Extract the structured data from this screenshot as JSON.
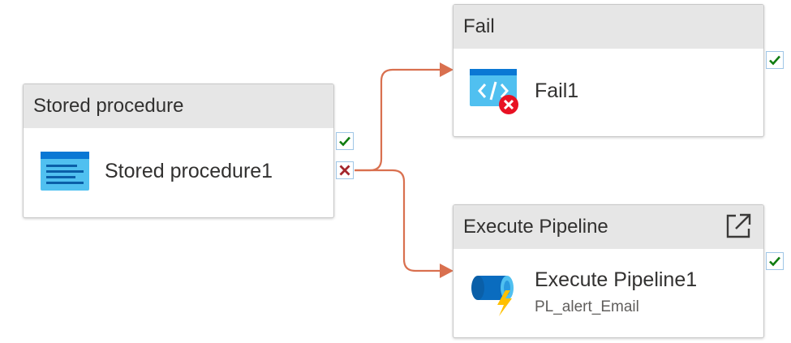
{
  "colors": {
    "connector": "#d9704f",
    "success": "#107c10",
    "failure": "#a4262c",
    "icon_blue": "#0078d4",
    "header_bg": "#e6e6e6"
  },
  "nodes": {
    "stored_procedure": {
      "header": "Stored procedure",
      "title": "Stored procedure1",
      "icon": "stored-procedure-icon",
      "ports": [
        "success-check-icon",
        "failure-x-icon"
      ]
    },
    "fail": {
      "header": "Fail",
      "title": "Fail1",
      "icon": "fail-activity-icon",
      "ports": [
        "success-check-icon"
      ]
    },
    "execute_pipeline": {
      "header": "Execute Pipeline",
      "title": "Execute Pipeline1",
      "subtitle": "PL_alert_Email",
      "icon": "execute-pipeline-icon",
      "header_action_icon": "open-in-new-icon",
      "ports": [
        "success-check-icon"
      ]
    }
  }
}
